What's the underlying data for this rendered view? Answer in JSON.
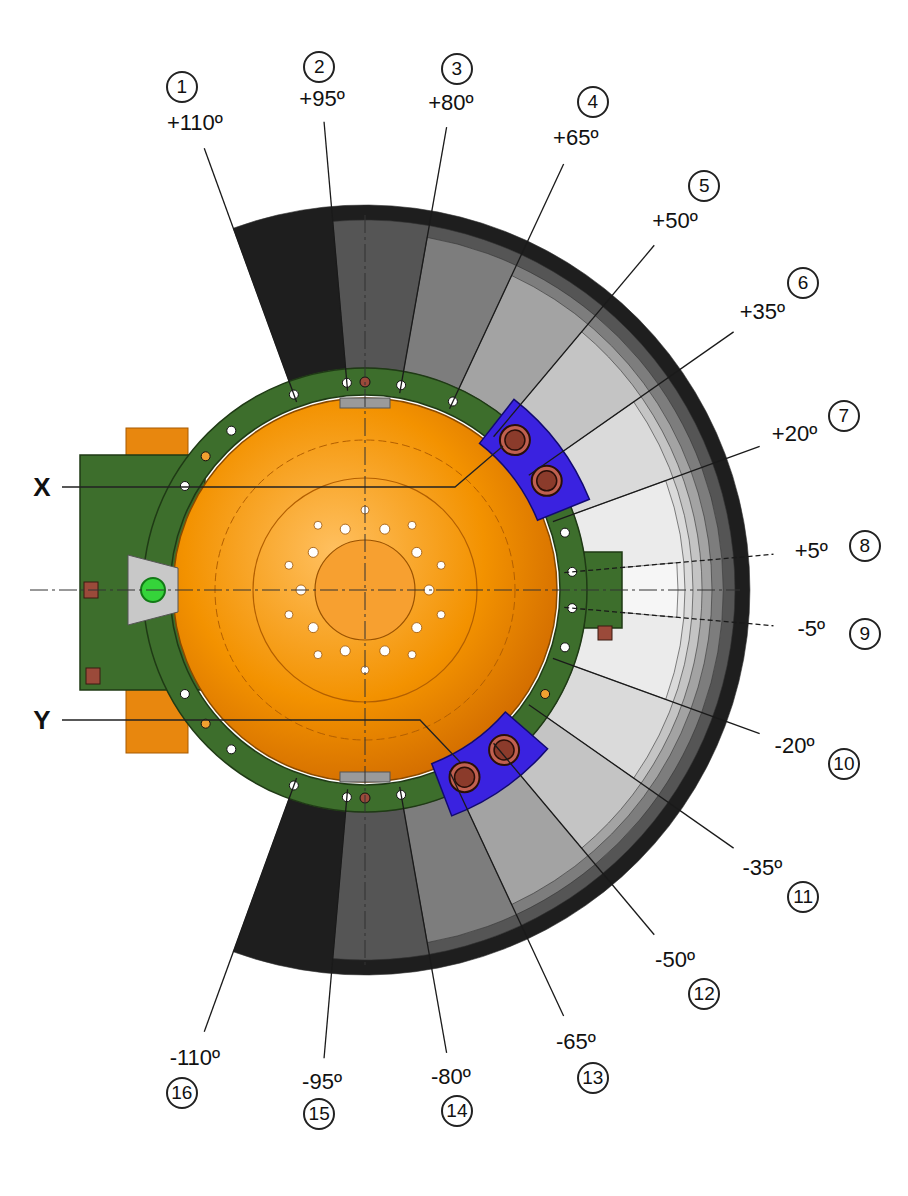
{
  "diagram": {
    "labels": [
      "1",
      "+110º",
      "2",
      "+95º",
      "3",
      "+80º",
      "4",
      "+65º",
      "5",
      "+50º",
      "6",
      "+35º",
      "7",
      "+20º",
      "X",
      "8",
      "+5º",
      "9",
      "-5º",
      "Y",
      "10",
      "-20º",
      "11",
      "-35º",
      "-50º",
      "12",
      "-65º",
      "13",
      "-80º",
      "14",
      "-110º",
      "-95º",
      "16",
      "15"
    ]
  }
}
